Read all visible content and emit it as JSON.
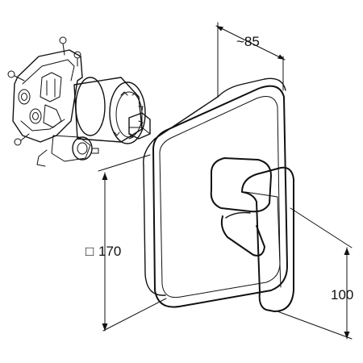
{
  "drawing": {
    "dimensions": {
      "depth_label": "~85",
      "plate_size_label": "170",
      "plate_size_symbol": "□",
      "lever_height_label": "100"
    },
    "colors": {
      "line": "#111111",
      "background": "#ffffff"
    }
  }
}
